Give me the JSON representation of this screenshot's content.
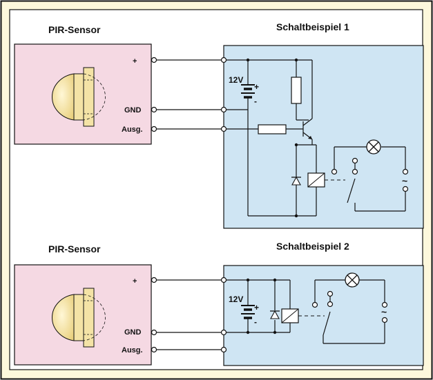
{
  "diagrams": [
    {
      "sensor_title": "PIR-Sensor",
      "circuit_title": "Schaltbeispiel 1",
      "terminals": {
        "plus": "+",
        "gnd": "GND",
        "out": "Ausg."
      },
      "battery": {
        "voltage": "12V",
        "plus_sign": "+",
        "minus_sign": "-"
      },
      "ac_symbol": "~"
    },
    {
      "sensor_title": "PIR-Sensor",
      "circuit_title": "Schaltbeispiel 2",
      "terminals": {
        "plus": "+",
        "gnd": "GND",
        "out": "Ausg."
      },
      "battery": {
        "voltage": "12V",
        "plus_sign": "+",
        "minus_sign": "-"
      },
      "ac_symbol": "~"
    }
  ],
  "colors": {
    "background": "#fdf8dc",
    "sensor_box": "#f5d9e3",
    "circuit_box": "#cfe5f3",
    "dome": "#f4e3a6",
    "wire": "#111111"
  }
}
